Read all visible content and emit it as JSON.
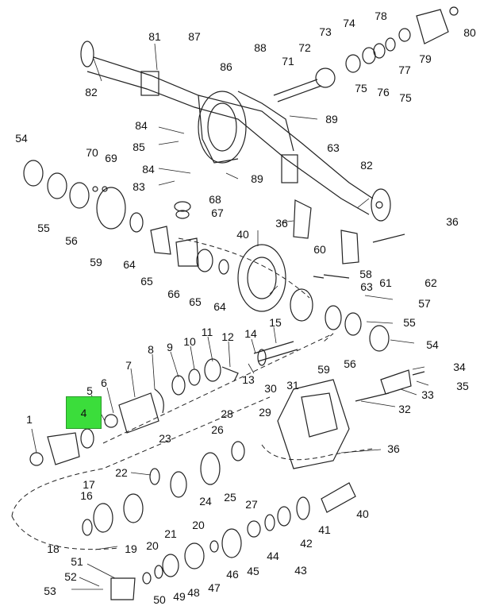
{
  "highlight": {
    "label": "4"
  },
  "callouts": [
    {
      "id": "1",
      "label": "1"
    },
    {
      "id": "5",
      "label": "5"
    },
    {
      "id": "6",
      "label": "6"
    },
    {
      "id": "7",
      "label": "7"
    },
    {
      "id": "8",
      "label": "8"
    },
    {
      "id": "9",
      "label": "9"
    },
    {
      "id": "10",
      "label": "10"
    },
    {
      "id": "11",
      "label": "11"
    },
    {
      "id": "12",
      "label": "12"
    },
    {
      "id": "13",
      "label": "13"
    },
    {
      "id": "14",
      "label": "14"
    },
    {
      "id": "15",
      "label": "15"
    },
    {
      "id": "16",
      "label": "16"
    },
    {
      "id": "17",
      "label": "17"
    },
    {
      "id": "18",
      "label": "18"
    },
    {
      "id": "19",
      "label": "19"
    },
    {
      "id": "20a",
      "label": "20"
    },
    {
      "id": "20b",
      "label": "20"
    },
    {
      "id": "21",
      "label": "21"
    },
    {
      "id": "22",
      "label": "22"
    },
    {
      "id": "23",
      "label": "23"
    },
    {
      "id": "24",
      "label": "24"
    },
    {
      "id": "25",
      "label": "25"
    },
    {
      "id": "26",
      "label": "26"
    },
    {
      "id": "27",
      "label": "27"
    },
    {
      "id": "28",
      "label": "28"
    },
    {
      "id": "29",
      "label": "29"
    },
    {
      "id": "30",
      "label": "30"
    },
    {
      "id": "31",
      "label": "31"
    },
    {
      "id": "32",
      "label": "32"
    },
    {
      "id": "33",
      "label": "33"
    },
    {
      "id": "34",
      "label": "34"
    },
    {
      "id": "35",
      "label": "35"
    },
    {
      "id": "36a",
      "label": "36"
    },
    {
      "id": "36b",
      "label": "36"
    },
    {
      "id": "36c",
      "label": "36"
    },
    {
      "id": "40a",
      "label": "40"
    },
    {
      "id": "40b",
      "label": "40"
    },
    {
      "id": "41",
      "label": "41"
    },
    {
      "id": "42",
      "label": "42"
    },
    {
      "id": "43",
      "label": "43"
    },
    {
      "id": "44",
      "label": "44"
    },
    {
      "id": "45",
      "label": "45"
    },
    {
      "id": "46",
      "label": "46"
    },
    {
      "id": "47",
      "label": "47"
    },
    {
      "id": "48",
      "label": "48"
    },
    {
      "id": "49",
      "label": "49"
    },
    {
      "id": "50",
      "label": "50"
    },
    {
      "id": "51",
      "label": "51"
    },
    {
      "id": "52",
      "label": "52"
    },
    {
      "id": "53",
      "label": "53"
    },
    {
      "id": "54a",
      "label": "54"
    },
    {
      "id": "54b",
      "label": "54"
    },
    {
      "id": "55a",
      "label": "55"
    },
    {
      "id": "55b",
      "label": "55"
    },
    {
      "id": "56a",
      "label": "56"
    },
    {
      "id": "56b",
      "label": "56"
    },
    {
      "id": "57",
      "label": "57"
    },
    {
      "id": "58",
      "label": "58"
    },
    {
      "id": "59a",
      "label": "59"
    },
    {
      "id": "59b",
      "label": "59"
    },
    {
      "id": "60",
      "label": "60"
    },
    {
      "id": "61",
      "label": "61"
    },
    {
      "id": "62",
      "label": "62"
    },
    {
      "id": "63a",
      "label": "63"
    },
    {
      "id": "63b",
      "label": "63"
    },
    {
      "id": "64a",
      "label": "64"
    },
    {
      "id": "64b",
      "label": "64"
    },
    {
      "id": "65a",
      "label": "65"
    },
    {
      "id": "65b",
      "label": "65"
    },
    {
      "id": "66",
      "label": "66"
    },
    {
      "id": "67",
      "label": "67"
    },
    {
      "id": "68",
      "label": "68"
    },
    {
      "id": "69",
      "label": "69"
    },
    {
      "id": "70",
      "label": "70"
    },
    {
      "id": "71",
      "label": "71"
    },
    {
      "id": "72",
      "label": "72"
    },
    {
      "id": "73",
      "label": "73"
    },
    {
      "id": "74",
      "label": "74"
    },
    {
      "id": "75a",
      "label": "75"
    },
    {
      "id": "75b",
      "label": "75"
    },
    {
      "id": "76",
      "label": "76"
    },
    {
      "id": "77",
      "label": "77"
    },
    {
      "id": "78",
      "label": "78"
    },
    {
      "id": "79",
      "label": "79"
    },
    {
      "id": "80",
      "label": "80"
    },
    {
      "id": "81",
      "label": "81"
    },
    {
      "id": "82a",
      "label": "82"
    },
    {
      "id": "82b",
      "label": "82"
    },
    {
      "id": "83",
      "label": "83"
    },
    {
      "id": "84a",
      "label": "84"
    },
    {
      "id": "84b",
      "label": "84"
    },
    {
      "id": "85",
      "label": "85"
    },
    {
      "id": "86",
      "label": "86"
    },
    {
      "id": "87",
      "label": "87"
    },
    {
      "id": "88",
      "label": "88"
    },
    {
      "id": "89a",
      "label": "89"
    },
    {
      "id": "89b",
      "label": "89"
    }
  ],
  "colors": {
    "highlight": "#3bdd3b",
    "line": "#222222"
  }
}
